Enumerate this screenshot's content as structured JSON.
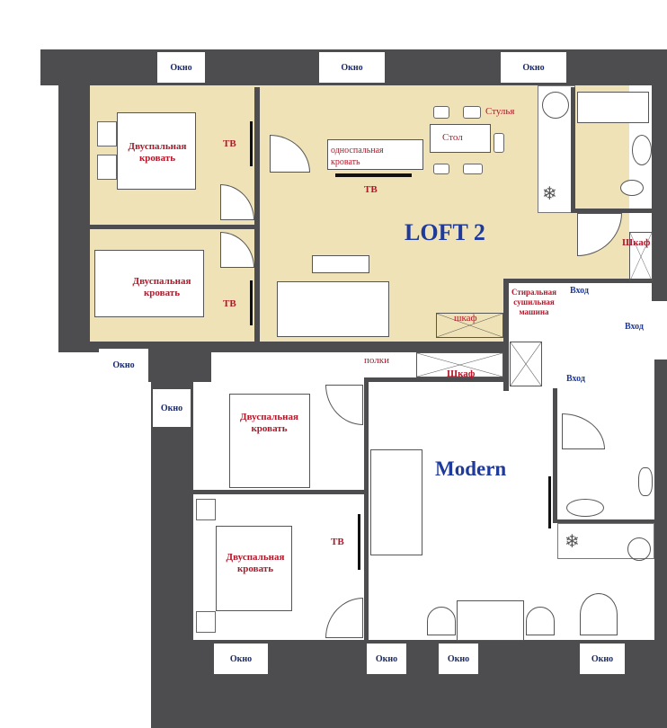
{
  "title": "LOFT 2",
  "title2": "Modern",
  "labels": {
    "window": "Окно",
    "double_bed": "Двуспальная кровать",
    "single_bed": "односпальная кровать",
    "tv": "ТВ",
    "chairs": "Стулья",
    "table": "Стол",
    "wardrobe": "Шкаф",
    "wardrobe_lower": "шкаф",
    "shelves": "полки",
    "washer": "Стиральная сушильная машина",
    "entrance": "Вход"
  },
  "colors": {
    "wall": "#4d4d4f",
    "loft_floor": "#efe2b6",
    "label": "#b0182a",
    "title": "#1e3a9c"
  }
}
